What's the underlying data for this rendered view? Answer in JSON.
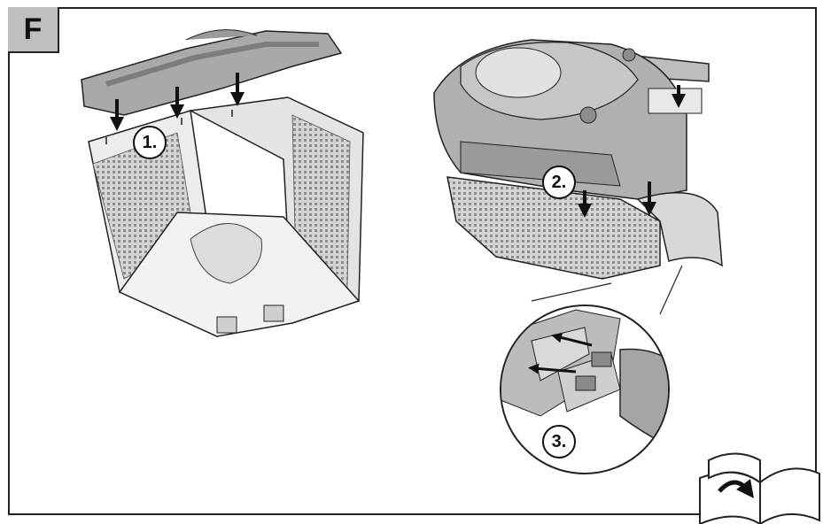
{
  "figure": {
    "label": "F",
    "steps": [
      "1.",
      "2.",
      "3."
    ],
    "icons": [
      "arrow-down-icon",
      "magnifier-circle",
      "book-turn-page-icon"
    ],
    "colors": {
      "part_fill": "#a9a9a9",
      "part_dark": "#7d7d7d",
      "basket_fill": "#e6e6e6",
      "line": "#222222"
    }
  }
}
